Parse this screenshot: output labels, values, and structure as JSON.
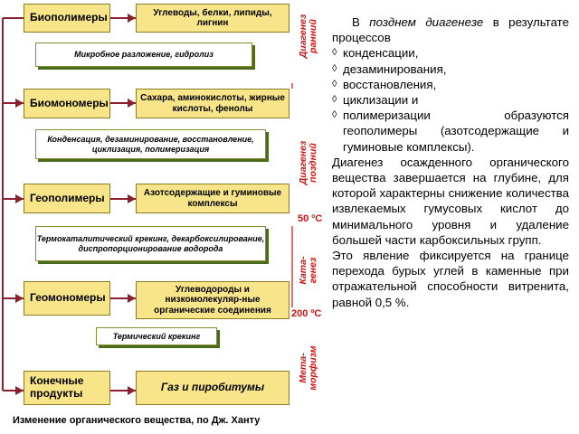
{
  "stages": [
    {
      "name": "Биополимеры",
      "content": "Углеводы, белки, липиды, лигнин"
    },
    {
      "name": "Биомономеры",
      "content": "Сахара, аминокислоты, жирные кислоты, фенолы"
    },
    {
      "name": "Геополимеры",
      "content": "Азотсодержащие и гуминовые комплексы"
    },
    {
      "name": "Геомономеры",
      "content": "Углеводороды и низкомолекуляр-ные органические соединения"
    },
    {
      "name": "Конечные продукты",
      "content": "Газ и пиробитумы"
    }
  ],
  "processes": [
    "Микробное разложение, гидролиз",
    "Конденсация, дезаминирование, восстановление, циклизация, полимеризация",
    "Термокаталитический крекинг, декарбоксилирование, диспропорционирование водорода",
    "Термический крекинг"
  ],
  "phases": [
    {
      "line1": "Диагенез",
      "line2": "ранний"
    },
    {
      "line1": "Диагенез",
      "line2": "поздний"
    },
    {
      "line1": "Ката-",
      "line2": "генез"
    },
    {
      "line1": "Мета-",
      "line2": "морфизм"
    }
  ],
  "temps": [
    "50 ºС",
    "200 ºС"
  ],
  "text": {
    "intro_plain": "В ",
    "intro_italic": "позднем диагенезе",
    "intro_rest": " в результате процессов",
    "bullets": [
      "конденсации,",
      "дезаминирования,",
      "восстановления,",
      "циклизации и",
      "полимеризации образуются геополимеры (азотсодержащие и гуминовые комплексы)."
    ],
    "bullet_mark": "◊",
    "para1": "Диагенез осажденного органического вещества завершается на глубине, для которой характерны снижение количества извлекаемых гумусовых кислот до минимального уровня и удаление большей части карбоксильных групп.",
    "para2": "Это явление фиксируется на границе перехода бурых углей в каменные при отражательной способности витренита, равной 0,5 %."
  },
  "caption": "Изменение органического вещества, по Дж. Ханту",
  "colors": {
    "box_fill": "#f8e58a",
    "phase_text": "#d01010",
    "line": "#8a2030",
    "process_shadow": "#4a6b1a"
  }
}
